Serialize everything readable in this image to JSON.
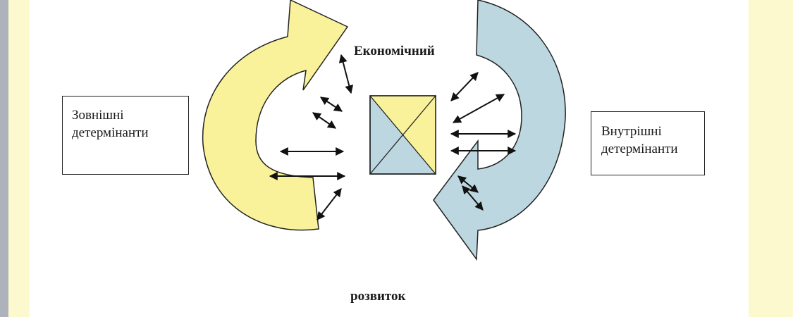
{
  "colors": {
    "yellow_arrow": "#faf29a",
    "blue_arrow": "#bcd7df",
    "outline": "#222222",
    "page_background": "#fdf9cf",
    "left_strip": "#aeb3bb"
  },
  "diagram": {
    "top_label": "Економічний",
    "bottom_label": "розвиток",
    "left_box_text": "Зовнішні\nдетермінанти",
    "right_box_text": "Внутрішні\nдетермінанти"
  }
}
